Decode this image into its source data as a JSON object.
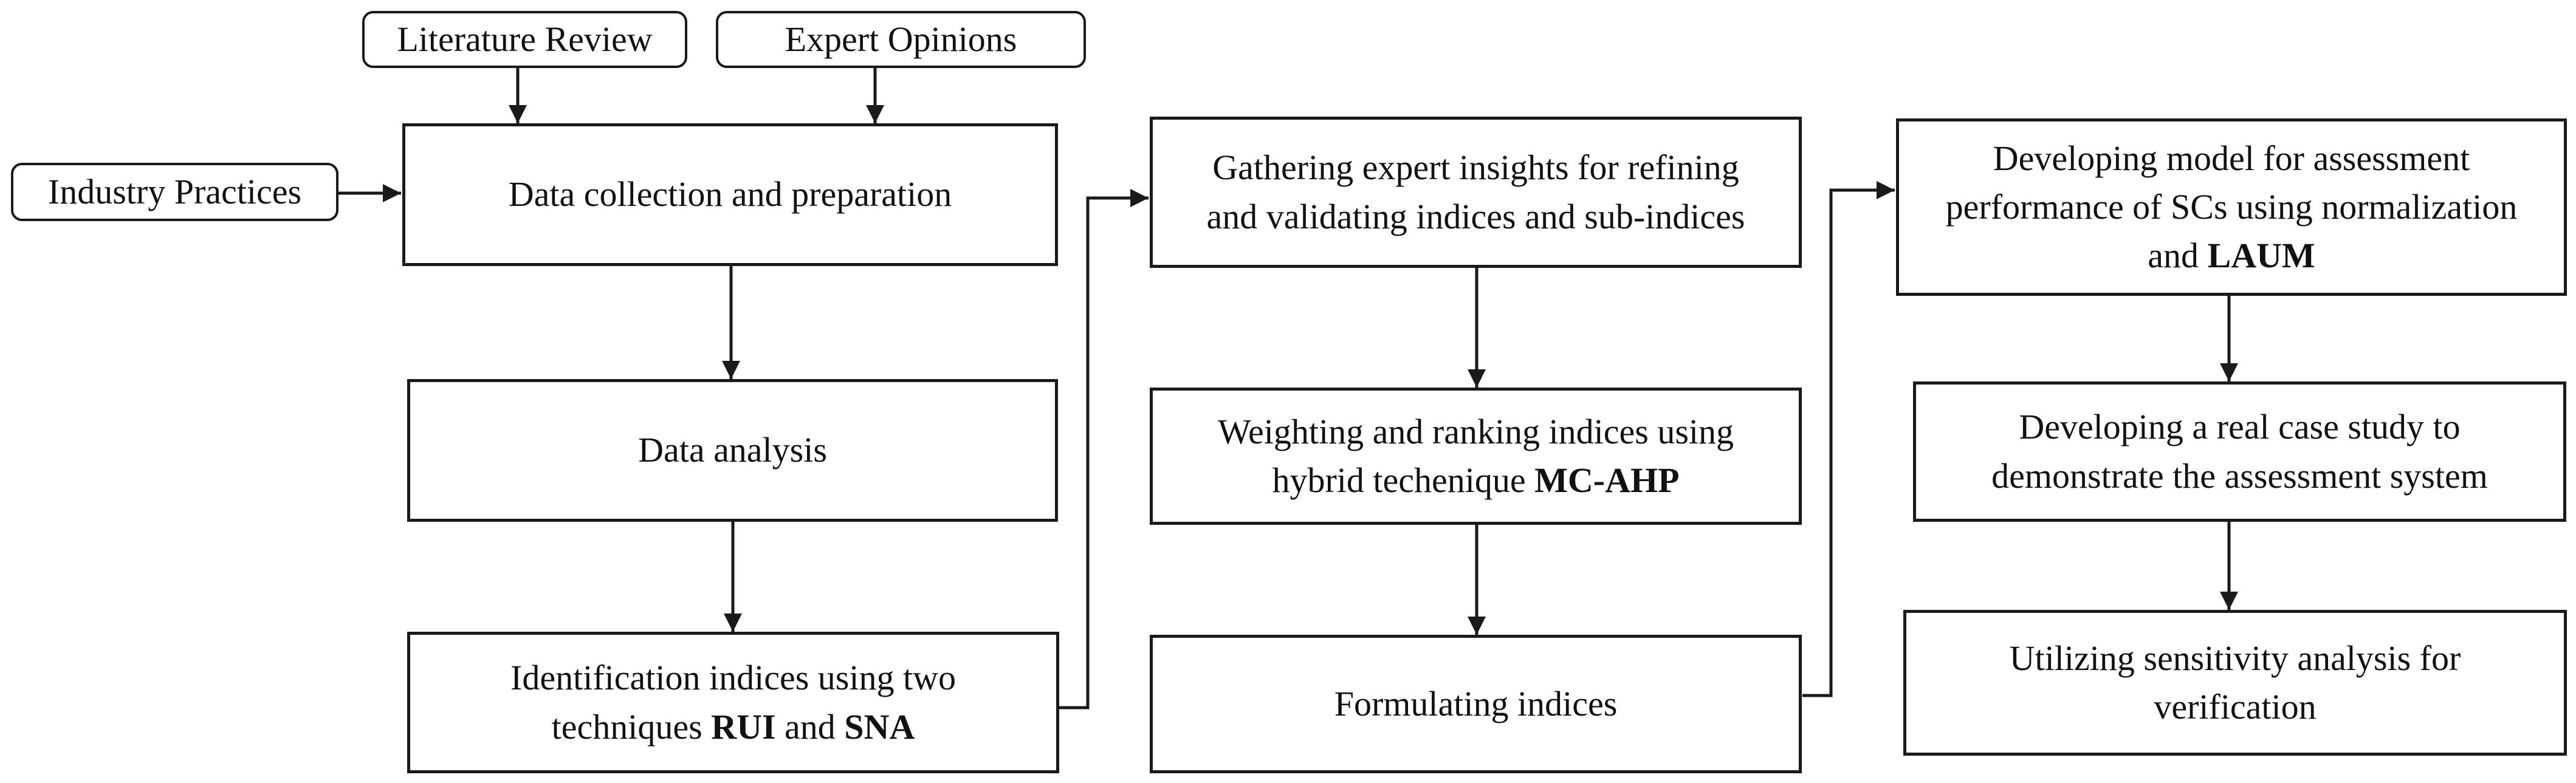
{
  "colors": {
    "stroke": "#1a1a1a",
    "background": "#ffffff",
    "text": "#111111"
  },
  "sources": {
    "literature_review": "Literature Review",
    "expert_opinions": "Expert Opinions",
    "industry_practices": "Industry Practices"
  },
  "column1": {
    "data_collection": "Data collection and preparation",
    "data_analysis": "Data analysis",
    "identification": {
      "line1": "Identification indices  using two",
      "line2_prefix": "techniques ",
      "line2_rui": "RUI",
      "line2_and": " and  ",
      "line2_sna": "SNA"
    }
  },
  "column2": {
    "gathering": {
      "line1": "Gathering expert insights for refining",
      "line2": "and validating indices and sub-indices"
    },
    "weighting": {
      "line1": "Weighting and ranking indices using",
      "line2_prefix": "hybrid techenique ",
      "line2_bold": "MC-AHP"
    },
    "formulating": "Formulating indices"
  },
  "column3": {
    "developing_model": {
      "line1": "Developing model for assessment",
      "line2": "performance of  SCs using normalization",
      "line3_prefix": "and ",
      "line3_bold": "LAUM"
    },
    "case_study": {
      "line1": "Developing a real case study to",
      "line2": "demonstrate the assessment system"
    },
    "sensitivity": {
      "line1": "Utilizing sensitivity analysis for",
      "line2": "verification"
    }
  }
}
